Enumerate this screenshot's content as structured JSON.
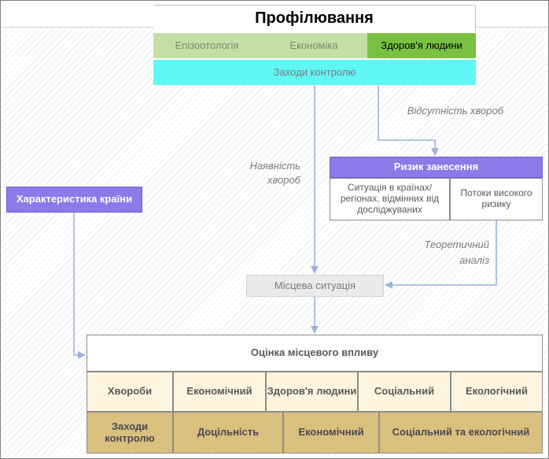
{
  "title": "Профілювання",
  "tabs": [
    {
      "label": "Епізоотологія"
    },
    {
      "label": "Економіка"
    },
    {
      "label": "Здоров'я людини"
    }
  ],
  "control_measures": "Заходи контролю",
  "labels": {
    "absence": "Відсутність хвороб",
    "presence_1": "Наявність",
    "presence_2": "хвороб",
    "theory_1": "Теоретичний",
    "theory_2": "аналіз"
  },
  "risk": {
    "title": "Ризик занесення",
    "situation": "Ситуація в країнах/ регіонах, відмінних від досліджуваних",
    "flows": "Потоки високого ризику"
  },
  "country": "Характеристика країни",
  "local_situation": "Місцева ситуація",
  "assessment": {
    "title": "Оцінка місцевого впливу",
    "row1": [
      "Хвороби",
      "Економічний",
      "Здоров'я людини",
      "Соціальний",
      "Екологічний"
    ],
    "row2": [
      "Заходи контролю",
      "Доцільність",
      "Економічний",
      "Соціальний та екологічний"
    ]
  },
  "colors": {
    "tab_light": "#c4dfa6",
    "tab_active": "#7ac143",
    "control": "#5ff6f3",
    "purple": "#8d79e8",
    "row1": "#fff4dd",
    "row2": "#d9c07f",
    "arrow": "#9db3d8"
  }
}
